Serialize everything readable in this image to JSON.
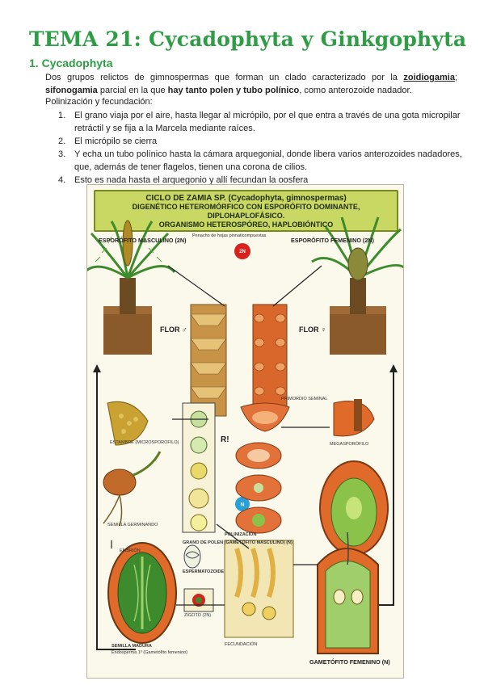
{
  "page": {
    "title": "TEMA 21: Cycadophyta y Ginkgophyta",
    "section": "1.  Cycadophyta"
  },
  "intro": {
    "part1": "Dos grupos relictos de gimnospermas que forman un clado caracterizado por la ",
    "zoidiogamia": "zoidiogamia",
    "part2": "; ",
    "sifonogamia": "sifonogamia",
    "part3": " parcial en la que ",
    "bold_phrase": "hay tanto polen y tubo polínico",
    "part4": ", como anterozoide nadador."
  },
  "polinizacion_label": "Polinización y fecundación:",
  "steps": [
    {
      "num": "1.",
      "text": "El grano viaja por el aire, hasta llegar al micrópilo, por el que entra a través de una gota micropilar retráctil y se fija a la Marcela mediante raíces."
    },
    {
      "num": "2.",
      "text": "El micrópilo se cierra"
    },
    {
      "num": "3.",
      "text": "Y echa un tubo polínico hasta la cámara arquegonial, donde libera varios anterozoides nadadores, que, además de tener flagelos, tienen una corona de cilios."
    },
    {
      "num": "4.",
      "text": "Esto es nada hasta el arquegonio y allí fecundan la oosfera"
    }
  ],
  "figure": {
    "banner_line1": "CICLO DE ZAMIA SP. (Cycadophyta, gimnospermas)",
    "banner_line2": "DIGENÉTICO HETEROMÓRFICO CON ESPORÓFITO DOMINANTE, DIPLOHAPLOFÁSICO.",
    "banner_line3": "ORGANISMO HETEROSPÓREO, HAPLOBIÓNTICO",
    "male_sporophyte": "ESPORÓFITO MASCULINO (2N)",
    "female_sporophyte": "ESPORÓFITO FEMENINO (2N)",
    "penacho": "Penacho de hojas pinnaticompuestas",
    "badge_2n": "2N",
    "flor_male": "FLOR ♂",
    "flor_female": "FLOR ♀",
    "male_gametophyte": "GRANO DE POLEN (GAMETÓFITO MASCULINO) (N)",
    "female_gametophyte": "GAMETÓFITO FEMENINO (N)",
    "semilla": "SEMILLA MADURA",
    "semilla_germ": "SEMILLA GERMINANDO",
    "estambre": "ESTAMBRE (MICROSPOROFILO)",
    "megasporofilo": "MEGASPORÓFILO",
    "espermatozoide": "ESPERMATOZOIDE",
    "fecundacion": "FECUNDACIÓN",
    "zigoto": "ZIGOTO (2N)",
    "primordio": "PRIMORDIO SEMINAL",
    "endosperma": "Endosperma 1º (Gametófito femenino)",
    "ri": "R!",
    "n": "N",
    "polinizacion": "POLINIZACIÓN",
    "embrion": "EMBRIÓN"
  },
  "colors": {
    "title_green": "#2e9d45",
    "banner_bg": "#c8d862",
    "leaf_green": "#3d8b2d",
    "orange": "#e0762a",
    "soil": "#8b5a2b"
  }
}
